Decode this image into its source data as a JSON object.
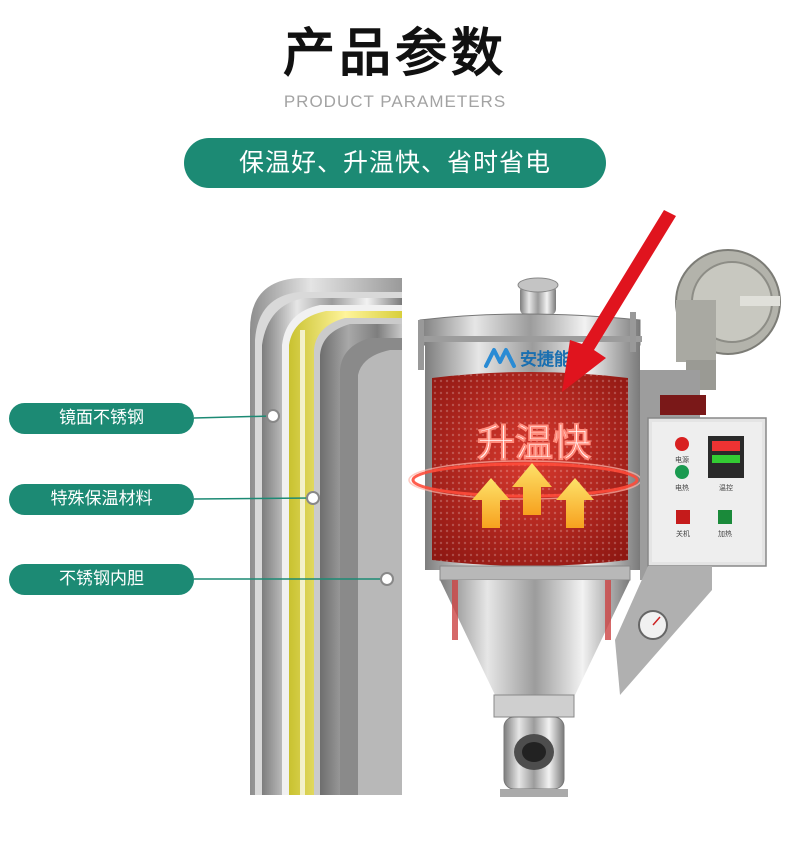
{
  "header": {
    "title": "产品参数",
    "subtitle": "PRODUCT PARAMETERS"
  },
  "banner": {
    "text": "保温好、升温快、省时省电"
  },
  "layers": {
    "outer": "镜面不锈钢",
    "insulation": "特殊保温材料",
    "inner": "不锈钢内胆"
  },
  "product": {
    "brand": "安捷能",
    "heat_label": "升温快",
    "panel": {
      "power": "电源",
      "heating_light": "电热",
      "temp_control": "温控",
      "stop": "关机",
      "heat_button": "加热"
    }
  },
  "colors": {
    "accent_green": "#1c8a74",
    "arrow_red": "#e0141e",
    "heat_red": "#b0201c"
  }
}
